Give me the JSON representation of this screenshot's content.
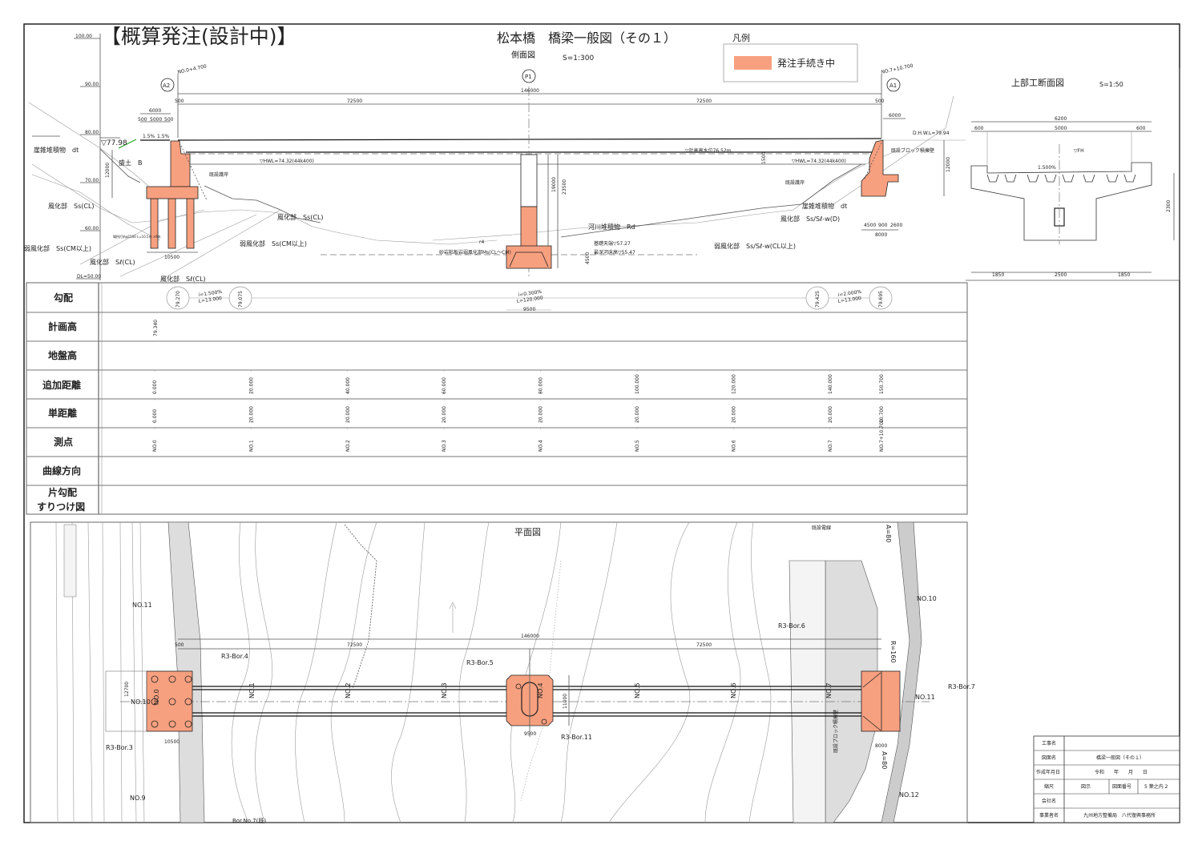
{
  "colors": {
    "pending": "#f7a07f",
    "line": "#555555"
  },
  "header": {
    "status_title": "【概算発注(設計中)】",
    "drawing_title": "松本橋　橋梁一般図（その１）",
    "side_view_label": "側面図",
    "side_view_scale": "S=1:300"
  },
  "legend": {
    "title": "凡例",
    "item_label": "発注手続き中"
  },
  "side_view": {
    "elevations": [
      "100.00",
      "90.00",
      "80.00",
      "70.00",
      "60.00",
      "DL=50.00"
    ],
    "supports": {
      "a2": "A2",
      "p1": "P1",
      "a1": "A1"
    },
    "station_start": "NO.0+4.700",
    "station_end": "NO.7+10.700",
    "total_length": "146000",
    "span_left": "72500",
    "span_right": "72500",
    "edge_left": "500",
    "edge_right": "500",
    "a2_width": "6000",
    "a2_sub": [
      "500",
      "5000",
      "500"
    ],
    "slopes": [
      "1.5%",
      "1.5%"
    ],
    "road_level": "▽77.98",
    "a2_height": "12000",
    "a2_footing": "10500",
    "hwl": "▽HWL=74.32(44k400)",
    "plan_flood": "▽計画高水位76.52m",
    "girder_clearance": "1500",
    "p1_height": "19000",
    "p1_total": "23500",
    "p1_footing": "4500",
    "p1_top": "基礎天端▽57.27",
    "p1_riverbed": "最深河床高▽55.47",
    "a1_width": "6000",
    "a1_height": "12000",
    "a1_dims": [
      "4500",
      "900",
      "2600"
    ],
    "a1_footing": "8000",
    "dhwl": "D.H.W.L=79.94",
    "pile_note": "場所打杭φ1500 L=10.5m ×9本",
    "labels": {
      "talus_left": "崖錐堆積物　dt",
      "fill": "盛土　B",
      "revetment_left": "既設護岸",
      "weathered_cl_left": "風化部　Ss(CL)",
      "weak_cm_left": "弱風化部　Ss(CM以上)",
      "weathered_sl_left": "風化部　Sℓ(CL)",
      "weathered_cl_mid": "風化部　Ss(CL)",
      "weak_cm_mid": "弱風化部　Ss(CM以上)",
      "weathered_sl_bottom": "風化部　Sℓ(CL)",
      "river": "河川堆積物　Rd",
      "sand_mud": "砂岩粘板岩弱風化部Ms(CL～CM)",
      "rd": "r4",
      "revetment_right": "既設護岸",
      "block_wall": "既設ブロック積擁壁",
      "talus_right": "崖錐堆積物　dt",
      "weathered_right": "風化部　Ss/Sℓ-w(D)",
      "weak_right": "弱風化部　Ss/Sℓ-w(CL以上)"
    }
  },
  "cross_section": {
    "title": "上部工断面図",
    "scale": "S=1:50",
    "total_width": "6200",
    "dims_top": [
      "600",
      "5000",
      "600"
    ],
    "fh": "▽FH",
    "slope": "1.500%",
    "depth": "2300",
    "dims_bottom": [
      "1850",
      "2500",
      "1850"
    ]
  },
  "profile_table": {
    "row_labels": [
      "勾配",
      "計画高",
      "地盤高",
      "追加距離",
      "単距離",
      "測点",
      "曲線方向",
      "片勾配\nすりつけ図"
    ],
    "label_line1": "片勾配",
    "label_line2": "すりつけ図",
    "grade_points": [
      "79.270",
      "79.075",
      "79.425",
      "79.695"
    ],
    "grade_left": [
      "i=1.500%",
      "L=13.000"
    ],
    "grade_mid": [
      "i=0.300%",
      "L=120.000"
    ],
    "grade_right": [
      "i=2.000%",
      "L=13.000"
    ],
    "grade_dim": "9500",
    "plan_height": "79.340",
    "stations": [
      {
        "add": "0.000",
        "single": "0.000",
        "no": "NO.0"
      },
      {
        "add": "20.000",
        "single": "20.000",
        "no": "NO.1"
      },
      {
        "add": "40.000",
        "single": "20.000",
        "no": "NO.2"
      },
      {
        "add": "60.000",
        "single": "20.000",
        "no": "NO.3"
      },
      {
        "add": "80.000",
        "single": "20.000",
        "no": "NO.4"
      },
      {
        "add": "100.000",
        "single": "20.000",
        "no": "NO.5"
      },
      {
        "add": "120.000",
        "single": "20.000",
        "no": "NO.6"
      },
      {
        "add": "140.000",
        "single": "20.000",
        "no": "NO.7"
      },
      {
        "add": "150.700",
        "single": "10.700",
        "no": "NO.7+10.700"
      }
    ]
  },
  "plan_view": {
    "title": "平面図",
    "total_length": "146000",
    "span_left": "72500",
    "span_right": "72500",
    "edge": "500",
    "a2_width": "12700",
    "a2_length": "10500",
    "p1_width": "11000",
    "p1_length": "9500",
    "a1_length": "8000",
    "borings": [
      "R3-Bor.3",
      "R3-Bor.4",
      "R3-Bor.5",
      "R3-Bor.11",
      "R3-Bor.6",
      "R3-Bor.7"
    ],
    "stations": [
      "NO.0",
      "NO.1",
      "NO.2",
      "NO.3",
      "NO.4",
      "NO.5",
      "NO.6",
      "NO.7",
      "NO.9",
      "NO.10",
      "NO.11",
      "NO.10",
      "NO.11",
      "NO.12"
    ],
    "curve_radius": "R=160",
    "road_a": "A=80",
    "road_a2": "A=80",
    "existing_wall": "既設ブロック積擁壁",
    "existing_pole": "既設電線",
    "bottom_note": "Bor.No.7(既)"
  },
  "title_block": {
    "rows": [
      {
        "label": "工事名",
        "value": ""
      },
      {
        "label": "図面名",
        "value": "橋梁一般図（その１）"
      },
      {
        "label": "作成年月日",
        "value": "令和　　年　　月　　日"
      },
      {
        "label": "縮尺",
        "value": "図示"
      },
      {
        "label": "会社名",
        "value": ""
      },
      {
        "label": "事業者名",
        "value": "九州地方整備局　八代復興事務所"
      }
    ],
    "sheet_label": "図面番号",
    "sheet_value": "5 葉之内 2"
  }
}
